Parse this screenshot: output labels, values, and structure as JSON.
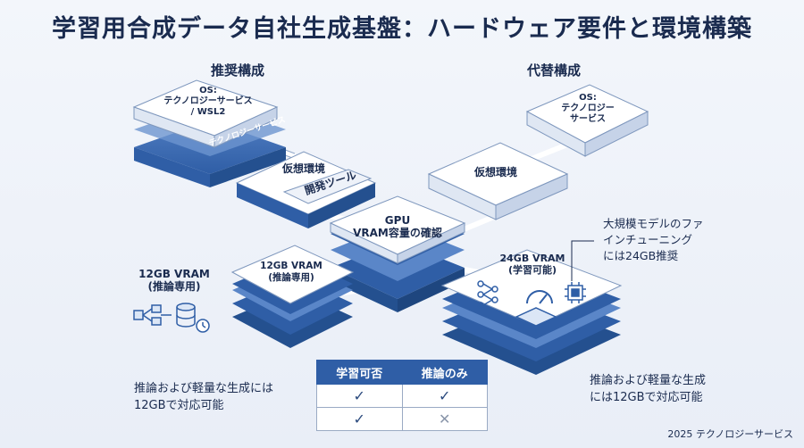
{
  "title": "学習用合成データ自社生成基盤：ハードウェア要件と環境構築",
  "sections": {
    "recommended": "推奨構成",
    "alternative": "代替構成"
  },
  "recommended": {
    "os_label": "OS:\nテクノロジーサービス\n/ WSL2",
    "base_label": "テクノロジーサービス",
    "virtual_env": "仮想環境",
    "dev_tools": "開発ツール"
  },
  "alternative": {
    "os_label": "OS:\nテクノロジー\nサービス",
    "virtual_env": "仮想環境"
  },
  "gpu": {
    "label": "GPU\nVRAM容量の確認"
  },
  "vram12": {
    "side_label": "12GB VRAM\n(推論専用)",
    "stack_label": "12GB VRAM\n(推論専用)",
    "note": "推論および軽量な生成には\n12GBで対応可能"
  },
  "vram24": {
    "stack_label": "24GB VRAM\n(学習可能)",
    "callout": "大規模モデルのファ\nインチューニング\nには24GB推奨",
    "note": "推論および軽量な生成\nには12GBで対応可能"
  },
  "matrix": {
    "headers": [
      "学習可否",
      "推論のみ"
    ],
    "rows": [
      [
        "check",
        "check"
      ],
      [
        "check",
        "cross"
      ]
    ],
    "symbols": {
      "check": "✓",
      "cross": "✕"
    }
  },
  "footer": "2025 テクノロジーサービス",
  "colors": {
    "top_face": "#ffffff",
    "accent_blue": "#2f5ea6",
    "mid_blue": "#5a86c8",
    "light_blue": "#dbe6f6"
  }
}
